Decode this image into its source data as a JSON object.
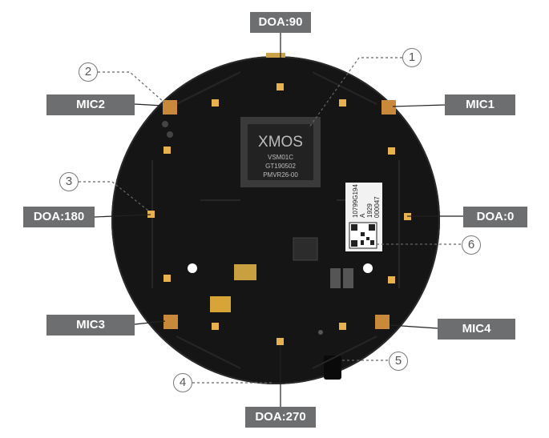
{
  "labels": {
    "doa_90": "DOA:90",
    "doa_0": "DOA:0",
    "doa_180": "DOA:180",
    "doa_270": "DOA:270",
    "mic1": "MIC1",
    "mic2": "MIC2",
    "mic3": "MIC3",
    "mic4": "MIC4"
  },
  "callouts": [
    "1",
    "2",
    "3",
    "4",
    "5",
    "6"
  ],
  "chip": {
    "brand": "XMOS",
    "lines": [
      "VSM01C",
      "GT190502",
      "PMVR26-00"
    ]
  },
  "qr_label": {
    "lines": [
      "10799G194",
      "A",
      "1929",
      "000047"
    ]
  },
  "colors": {
    "label_bg": "#6d6e70",
    "board": "#151515",
    "mic_pad": "#c8893a"
  }
}
